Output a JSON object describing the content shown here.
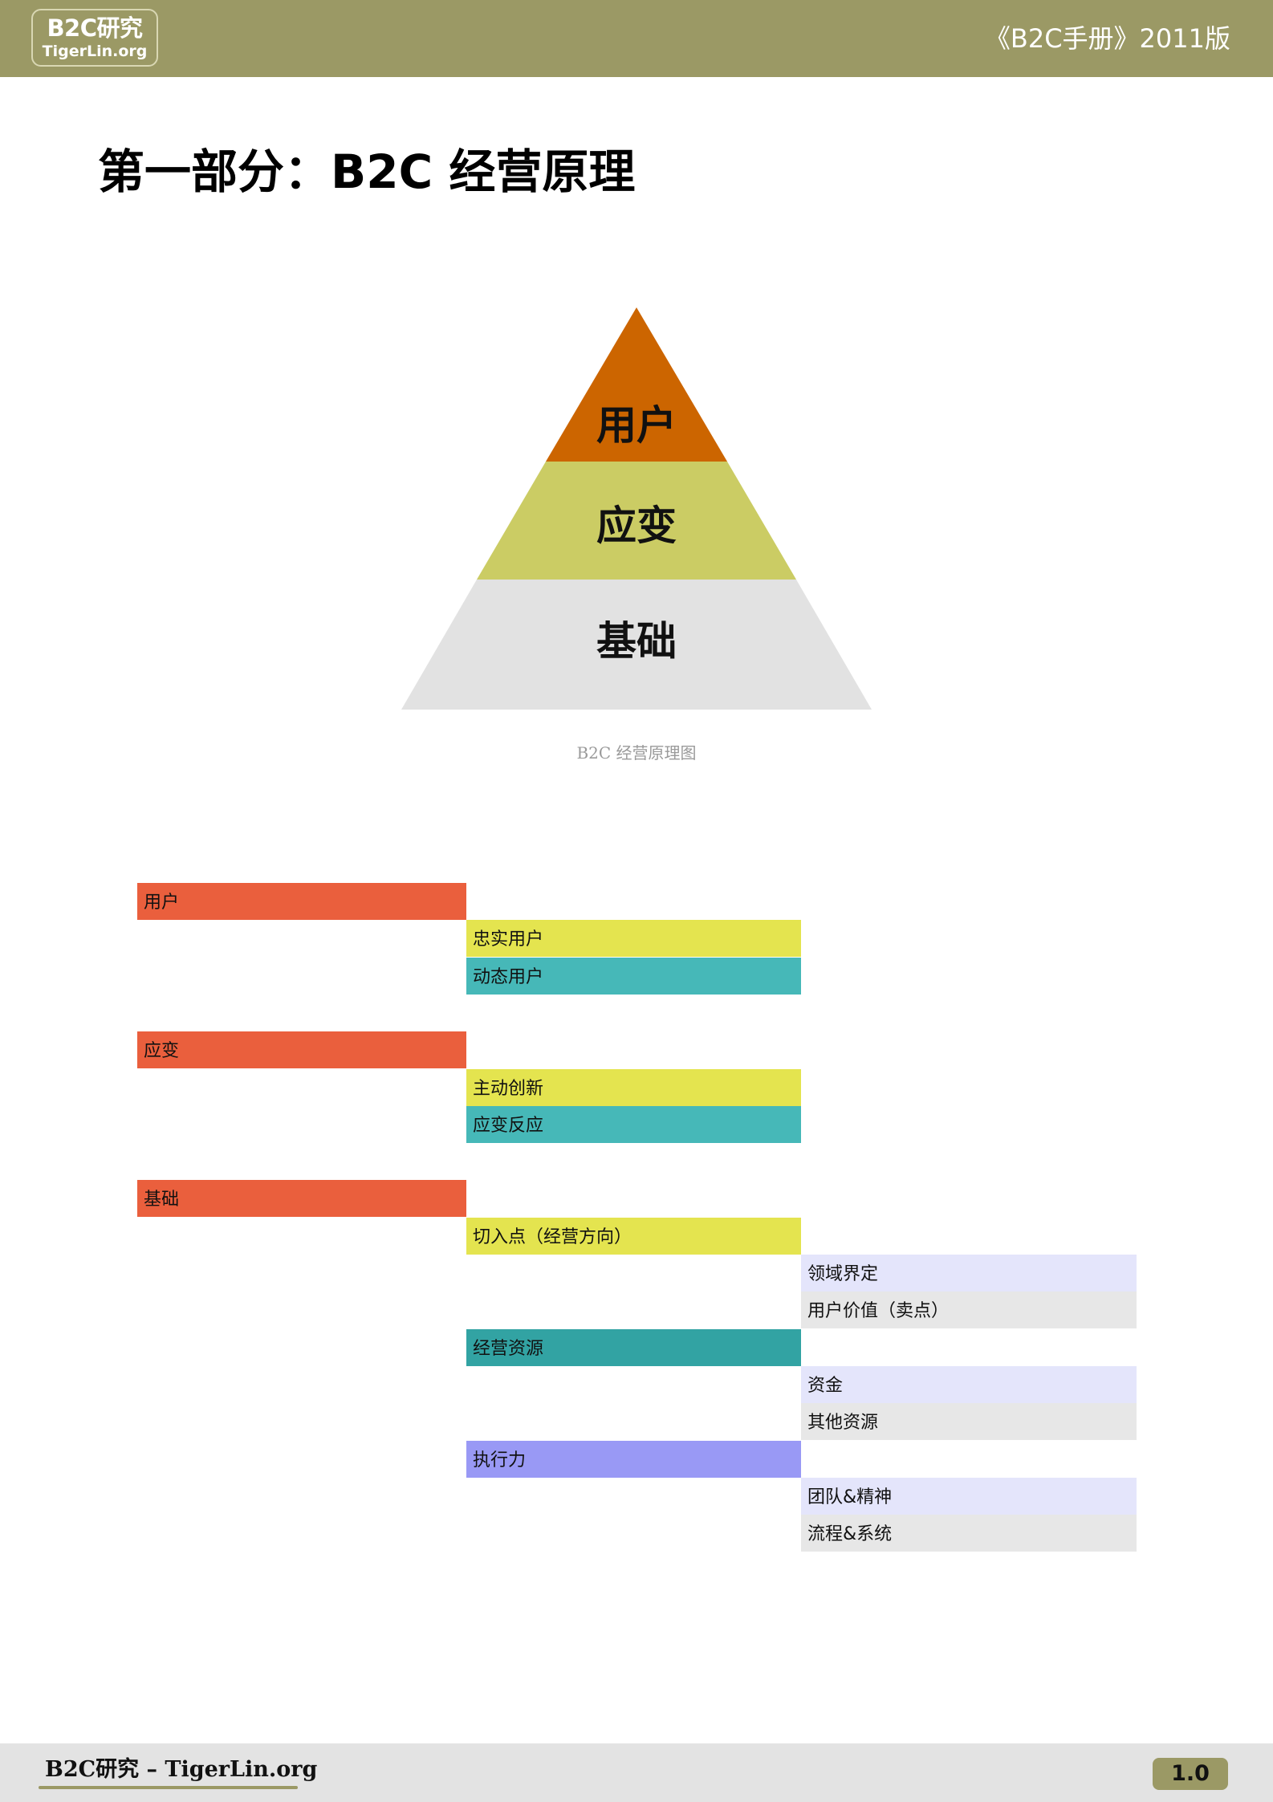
{
  "header": {
    "logo_line1": "B2C研究",
    "logo_line2": "TigerLin.org",
    "title": "《B2C手册》2011版"
  },
  "page_title": "第一部分：B2C 经营原理",
  "pyramid": {
    "levels": [
      {
        "label": "用户",
        "color": "#cc6500"
      },
      {
        "label": "应变",
        "color": "#cbcc64"
      },
      {
        "label": "基础",
        "color": "#e2e2e2"
      }
    ],
    "caption": "B2C 经营原理图"
  },
  "tree": [
    {
      "label": "用户",
      "children": [
        {
          "label": "忠实用户",
          "children": []
        },
        {
          "label": "动态用户",
          "children": []
        }
      ]
    },
    {
      "label": "应变",
      "children": [
        {
          "label": "主动创新",
          "children": []
        },
        {
          "label": "应变反应",
          "children": []
        }
      ]
    },
    {
      "label": "基础",
      "children": [
        {
          "label": "切入点（经营方向）",
          "children": [
            "领域界定",
            "用户价值（卖点）"
          ]
        },
        {
          "label": "经营资源",
          "children": [
            "资金",
            "其他资源"
          ]
        },
        {
          "label": "执行力",
          "children": [
            "团队&精神",
            "流程&系统"
          ]
        }
      ]
    }
  ],
  "colors": {
    "header": "#9b9965",
    "level1": "#ea5f3d",
    "level2_yellow": "#e4e44f",
    "level2_teal": "#46b8b8",
    "level2_violet": "#9999f5",
    "level3_lavender": "#e4e5fb",
    "level3_grey": "#e7e7e7"
  },
  "footer": {
    "brand": "B2C研究 – TigerLin.org",
    "version": "1.0"
  }
}
